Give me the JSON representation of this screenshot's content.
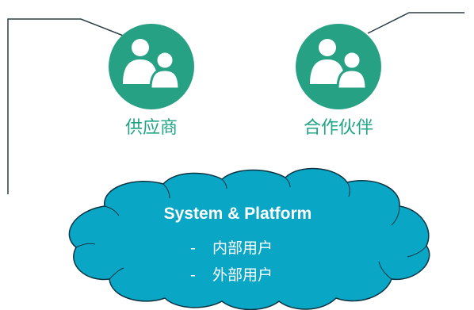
{
  "nodes": [
    {
      "id": "supplier",
      "label": "供应商",
      "icon": "users-icon"
    },
    {
      "id": "partner",
      "label": "合作伙伴",
      "icon": "users-icon"
    }
  ],
  "cloud": {
    "title": "System & Platform",
    "items": [
      {
        "bullet": "-",
        "label": "内部用户"
      },
      {
        "bullet": "-",
        "label": "外部用户"
      }
    ]
  },
  "colors": {
    "node_fill": "#27a183",
    "node_label": "#20a488",
    "cloud_fill": "#0aa6c6",
    "cloud_outline": "#0a3441",
    "connector": "#2b3f46"
  }
}
